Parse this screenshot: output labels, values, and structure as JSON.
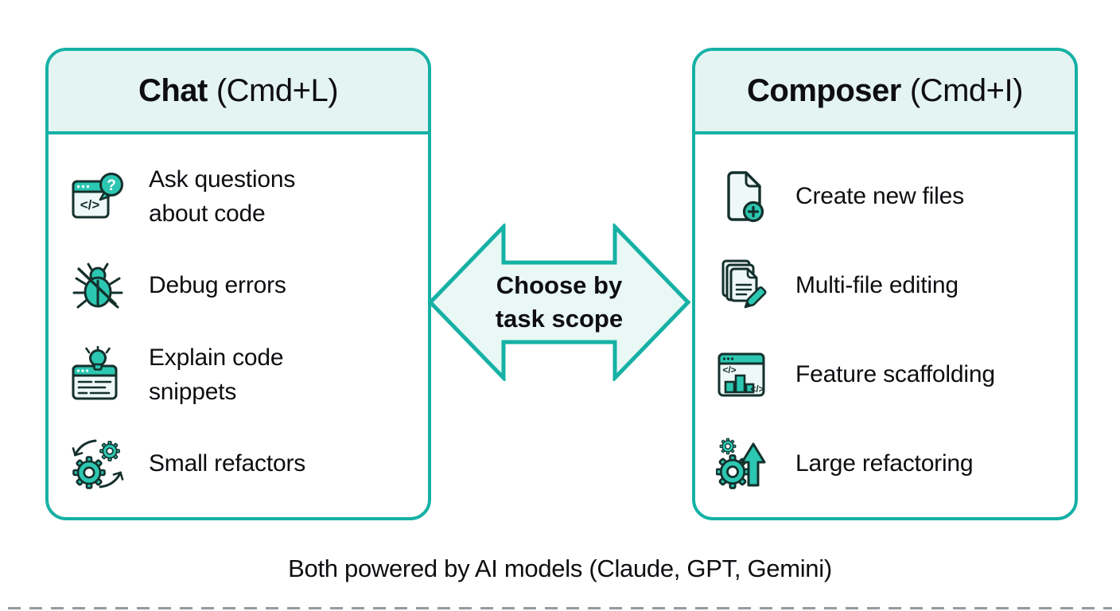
{
  "colors": {
    "teal": "#16b1a5",
    "icon-teal": "#2cc7b2",
    "light-teal": "#e4f4f2",
    "arrow-fill": "#e9f7f5",
    "outline": "#14302c",
    "text": "#0e0e12"
  },
  "chat_card": {
    "title": "Chat",
    "shortcut": "(Cmd+L)",
    "items": [
      {
        "icon": "code-question-window-icon",
        "label": "Ask questions\nabout code"
      },
      {
        "icon": "bug-icon",
        "label": "Debug errors"
      },
      {
        "icon": "lightbulb-notes-icon",
        "label": "Explain code\nsnippets"
      },
      {
        "icon": "gears-cycle-icon",
        "label": "Small refactors"
      }
    ]
  },
  "composer_card": {
    "title": "Composer",
    "shortcut": "(Cmd+I)",
    "items": [
      {
        "icon": "new-file-plus-icon",
        "label": "Create new files"
      },
      {
        "icon": "multi-file-pencil-icon",
        "label": "Multi-file editing"
      },
      {
        "icon": "feature-scaffolding-window-icon",
        "label": "Feature scaffolding"
      },
      {
        "icon": "gear-up-arrow-icon",
        "label": "Large refactoring"
      }
    ]
  },
  "arrow": {
    "label": "Choose by\ntask scope"
  },
  "footer": {
    "note": "Both powered by AI models (Claude, GPT, Gemini)"
  }
}
